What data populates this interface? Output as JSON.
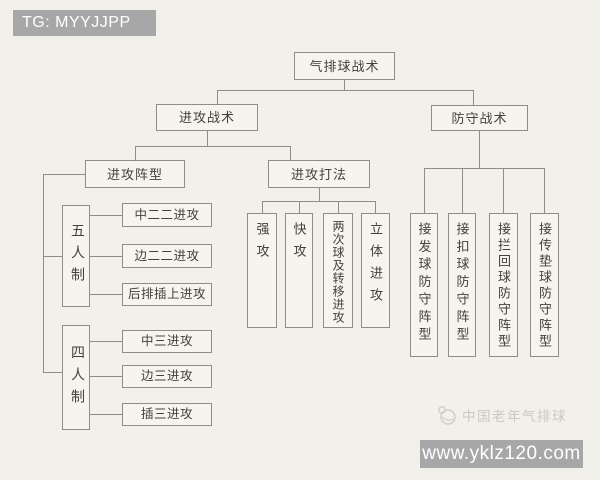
{
  "banners": {
    "tg": "TG: MYYJJPP",
    "url": "www.yklz120.com"
  },
  "watermark": {
    "brand": "中国老年气排球",
    "logo": "panda-volleyball-logo"
  },
  "colors": {
    "page_bg": "#f2f0eb",
    "banner_bg": "#a7a7a7",
    "banner_text": "#ffffff",
    "box_border": "#8f8d89",
    "box_text": "#45413a",
    "watermark_text": "#ccc8c2"
  },
  "tree": {
    "root": {
      "label": "气排球战术"
    },
    "offense": {
      "label": "进攻战术",
      "formation": {
        "label": "进攻阵型",
        "five": {
          "label": "五人制",
          "items": [
            "中二二进攻",
            "边二二进攻",
            "后排插上进攻"
          ]
        },
        "four": {
          "label": "四人制",
          "items": [
            "中三进攻",
            "边三进攻",
            "插三进攻"
          ]
        }
      },
      "methods": {
        "label": "进攻打法",
        "items": [
          "强攻",
          "快攻",
          "两次球及转移进攻",
          "立体进攻"
        ]
      }
    },
    "defense": {
      "label": "防守战术",
      "items": [
        "接发球防守阵型",
        "接扣球防守阵型",
        "接拦回球防守阵型",
        "接传垫球防守阵型"
      ]
    }
  }
}
